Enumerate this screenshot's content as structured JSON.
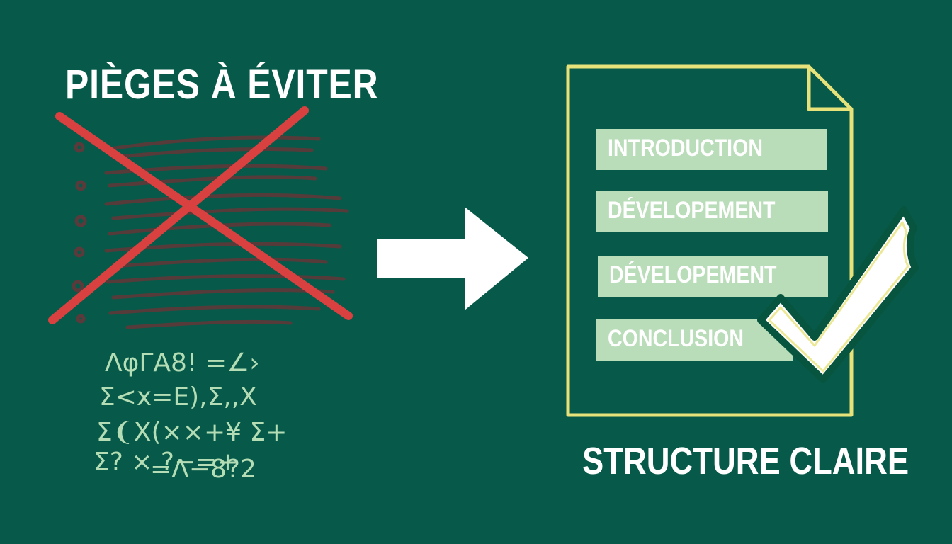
{
  "colors": {
    "background": "#075a4a",
    "cross": "#d94040",
    "scribble": "#5a3a3a",
    "document_outline": "#e8e27a",
    "section_fill": "#b9dcb9",
    "symbols": "#b5ddb5",
    "text": "#ffffff"
  },
  "left": {
    "title": "PIÈGES À ÉVITER",
    "symbol_lines": [
      "ΛφΓA8!  =∠›",
      "Σ<x=E),Σ,,X",
      "Σ❨X(××+¥ Σ+",
      "Σ? × ?−=+",
      "=Λ−8?2"
    ]
  },
  "right": {
    "sections": [
      "INTRODUCTION",
      "DÉVELOPEMENT",
      "DÉVELOPEMENT",
      "CONCLUSION"
    ],
    "title": "STRUCTURE CLAIRE"
  },
  "icons": {
    "cross": "cross-out-icon",
    "arrow": "arrow-right-icon",
    "document": "document-icon",
    "check": "checkmark-icon"
  }
}
